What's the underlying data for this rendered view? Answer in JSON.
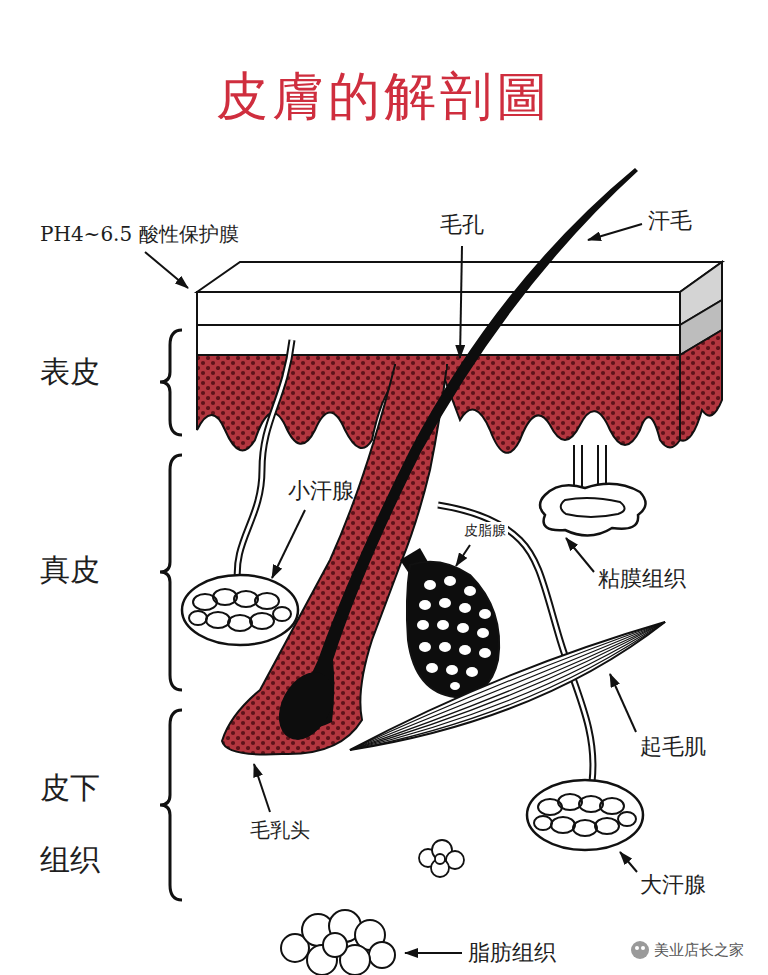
{
  "diagram": {
    "title": "皮膚的解剖圖",
    "labels": [
      "PH4~6.5 酸性保护膜",
      "毛孔",
      "汗毛",
      "表皮",
      "小汗腺",
      "皮脂腺",
      "真皮",
      "粘膜组织",
      "起毛肌",
      "皮下 组织",
      "毛乳头",
      "大汗腺",
      "脂肪组织",
      "美业店长之家"
    ]
  }
}
